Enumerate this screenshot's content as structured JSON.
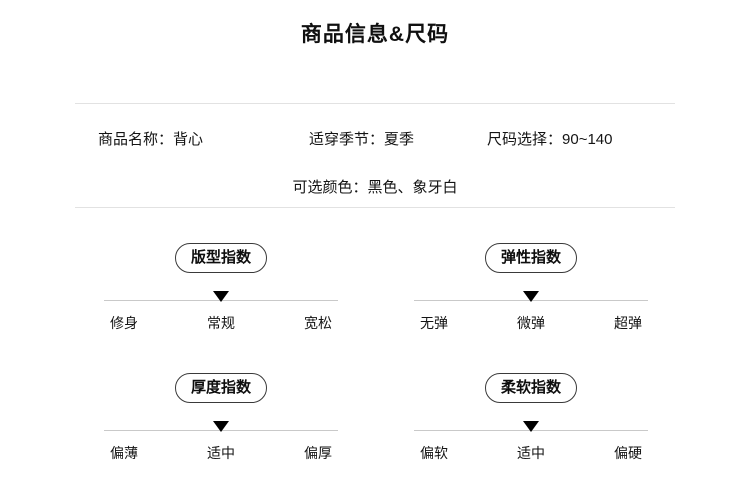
{
  "header": {
    "title": "商品信息&尺码",
    "highlight_color": "#f7d7b0"
  },
  "info": {
    "row1": [
      {
        "label": "商品名称：",
        "value": "背心"
      },
      {
        "label": "适穿季节：",
        "value": "夏季"
      },
      {
        "label": "尺码选择：",
        "value": "90~140"
      }
    ],
    "row2": {
      "label": "可选颜色：",
      "value": "黑色、象牙白"
    }
  },
  "indices": [
    {
      "badge": "版型指数",
      "options": [
        "修身",
        "常规",
        "宽松"
      ],
      "selected_index": 1
    },
    {
      "badge": "弹性指数",
      "options": [
        "无弹",
        "微弹",
        "超弹"
      ],
      "selected_index": 1
    },
    {
      "badge": "厚度指数",
      "options": [
        "偏薄",
        "适中",
        "偏厚"
      ],
      "selected_index": 1
    },
    {
      "badge": "柔软指数",
      "options": [
        "偏软",
        "适中",
        "偏硬"
      ],
      "selected_index": 1
    }
  ],
  "colors": {
    "text": "#141414",
    "rule": "#e2e2e2",
    "scale_line": "#c9c9c9",
    "marker": "#000000",
    "badge_border": "#3a3a3a"
  }
}
